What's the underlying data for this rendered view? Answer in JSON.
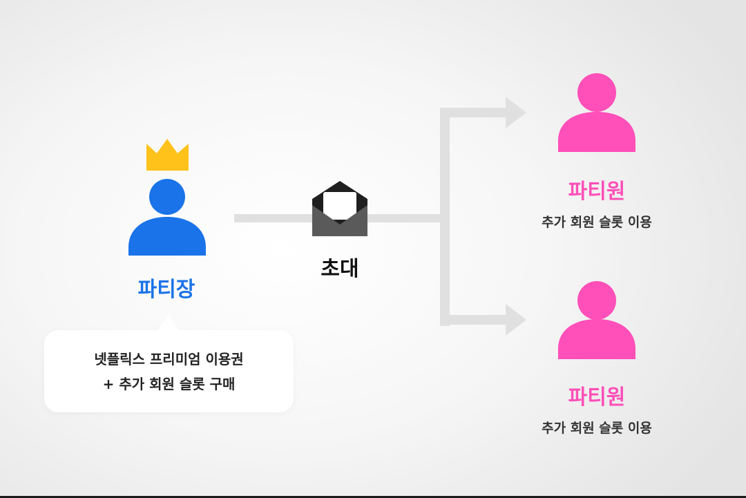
{
  "colors": {
    "host": "#1a73e8",
    "member": "#ff4fb8",
    "crown": "#ffc21a",
    "connector": "#e0e0e0",
    "envelope": "#5a5a5a"
  },
  "host": {
    "label": "파티장",
    "icon": "crown-icon",
    "person_icon": "person-icon",
    "bubble": {
      "line1": "넷플릭스 프리미엄 이용권",
      "line2": "+ 추가 회원 슬롯 구매"
    }
  },
  "invite": {
    "label": "초대",
    "icon": "envelope-icon"
  },
  "members": [
    {
      "label": "파티원",
      "description": "추가 회원 슬롯 이용",
      "icon": "person-icon"
    },
    {
      "label": "파티원",
      "description": "추가 회원 슬롯 이용",
      "icon": "person-icon"
    }
  ]
}
